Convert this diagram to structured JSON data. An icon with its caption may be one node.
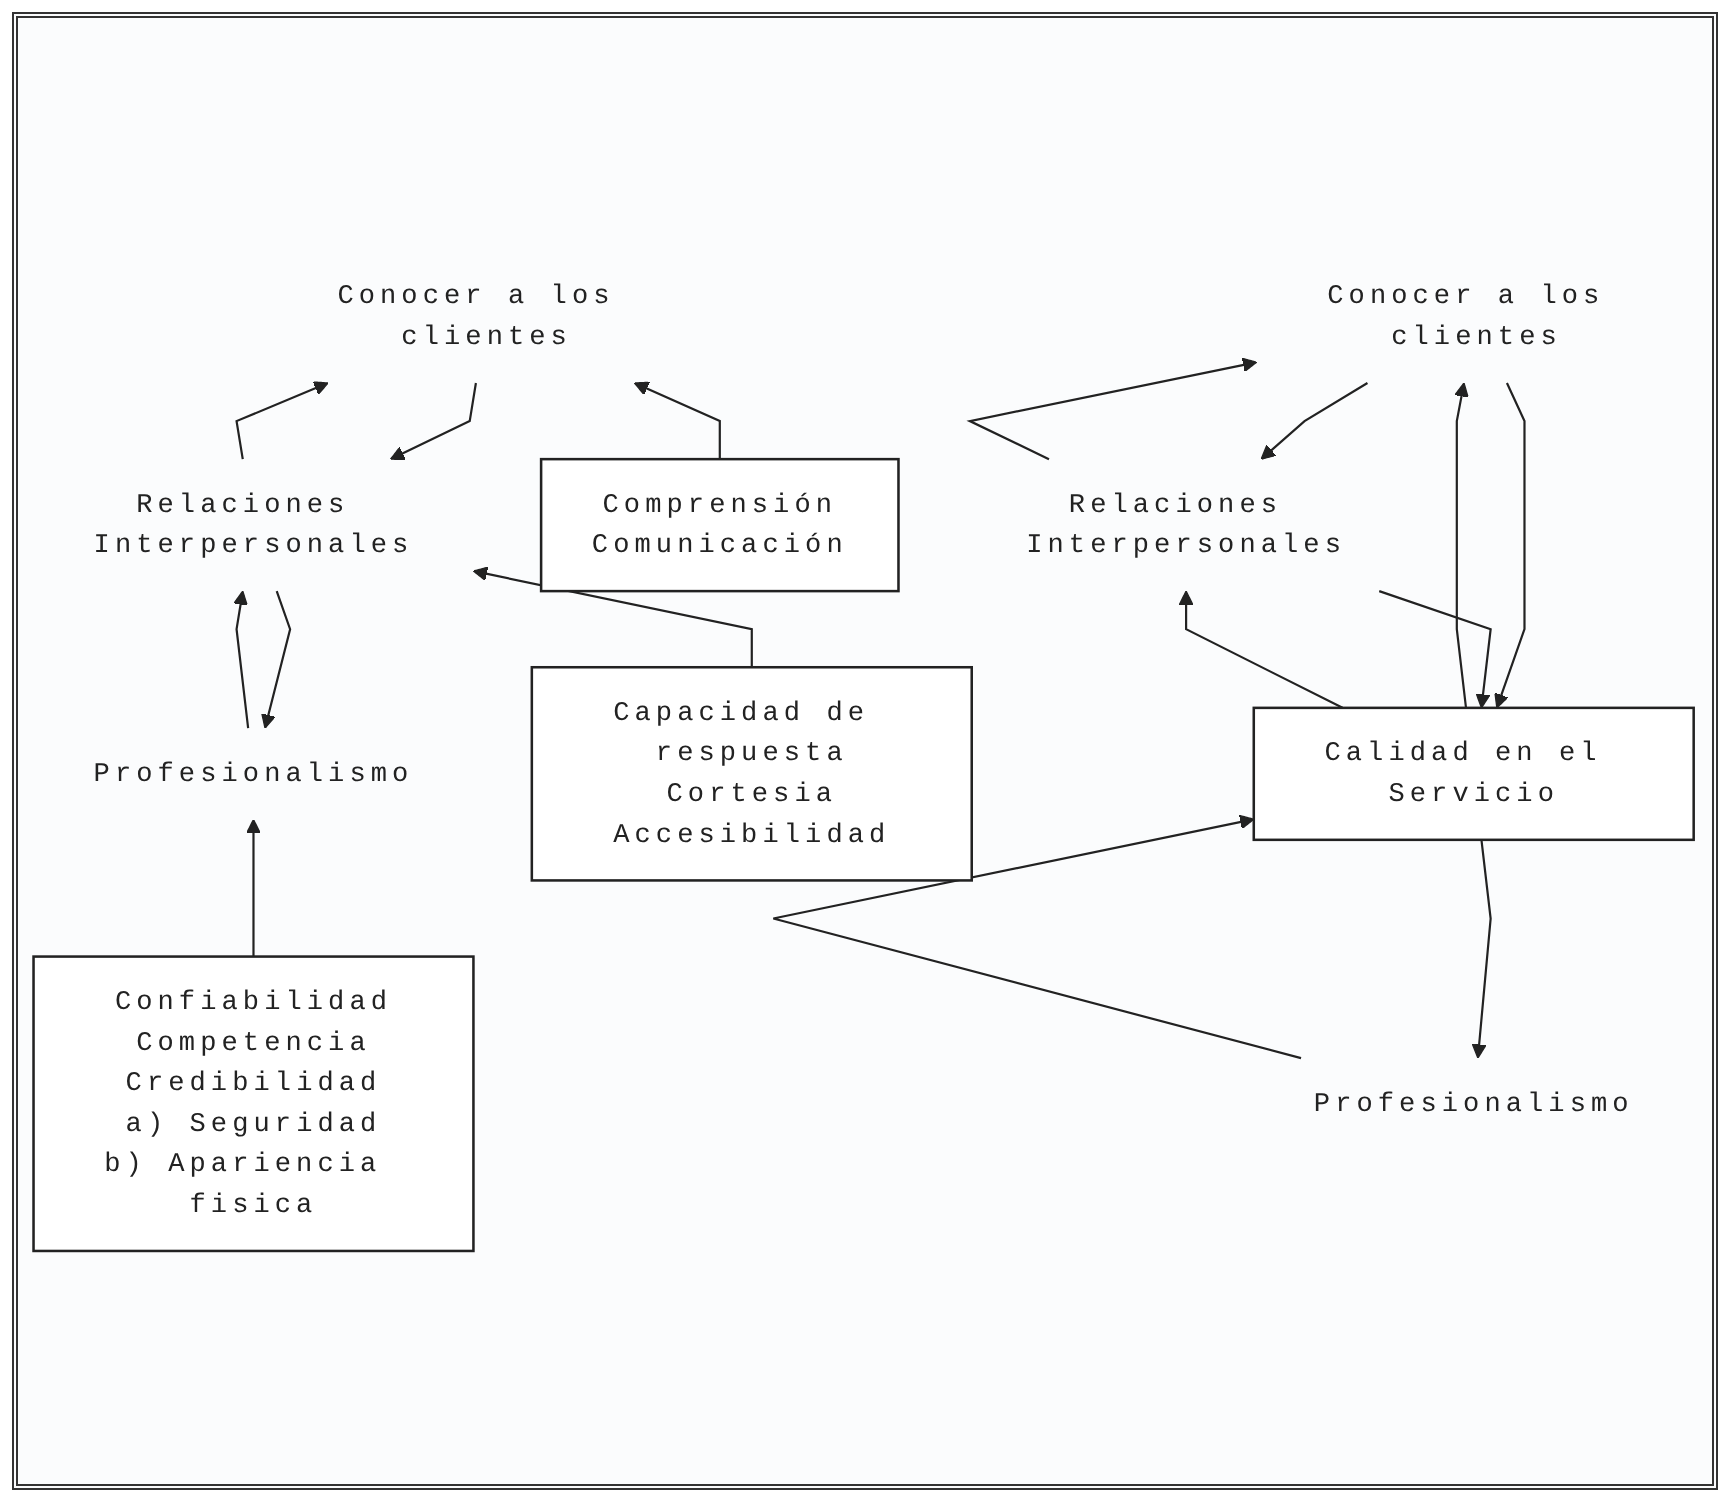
{
  "diagram": {
    "nodes": [
      {
        "text": [
          "Profesionalismo"
        ]
      },
      {
        "text": [
          "Relaciones Interpersonales"
        ]
      },
      {
        "text": [
          "Conocer a los clientes"
        ]
      },
      {
        "text": [
          "Confiabilidad",
          "Competencia",
          "Credibilidad",
          "a) Seguridad",
          "b) Apariencia fisica"
        ]
      },
      {
        "text": [
          "Capacidad de respuesta",
          "Cortesia",
          "Accesibilidad"
        ]
      },
      {
        "text": [
          "Comprensión",
          "Comunicación"
        ]
      },
      {
        "text": [
          "Profesionalismo"
        ]
      },
      {
        "text": [
          "Calidad en el Servicio"
        ]
      },
      {
        "text": [
          "Relaciones Interpersonales"
        ]
      },
      {
        "text": [
          "Conocer a los clientes"
        ]
      }
    ],
    "edges": [
      {
        "from": 0,
        "to": 1,
        "arrow": "to"
      },
      {
        "from": 1,
        "to": 0,
        "arrow": "to"
      },
      {
        "from": 1,
        "to": 2,
        "arrow": "to"
      },
      {
        "from": 2,
        "to": 1,
        "arrow": "to"
      },
      {
        "from": 3,
        "to": 0,
        "arrow": "to"
      },
      {
        "from": 4,
        "to": 1,
        "arrow": "to"
      },
      {
        "from": 5,
        "to": 2,
        "arrow": "to"
      },
      {
        "from": 7,
        "to": 6,
        "arrow": "to"
      },
      {
        "from": 6,
        "to": 7,
        "arrow": "to"
      },
      {
        "from": 8,
        "to": 7,
        "arrow": "to"
      },
      {
        "from": 7,
        "to": 8,
        "arrow": "to"
      },
      {
        "from": 7,
        "to": 9,
        "arrow": "to"
      },
      {
        "from": 9,
        "to": 7,
        "arrow": "to"
      },
      {
        "from": 8,
        "to": 9,
        "arrow": "to"
      },
      {
        "from": 9,
        "to": 8,
        "arrow": "to"
      }
    ]
  }
}
